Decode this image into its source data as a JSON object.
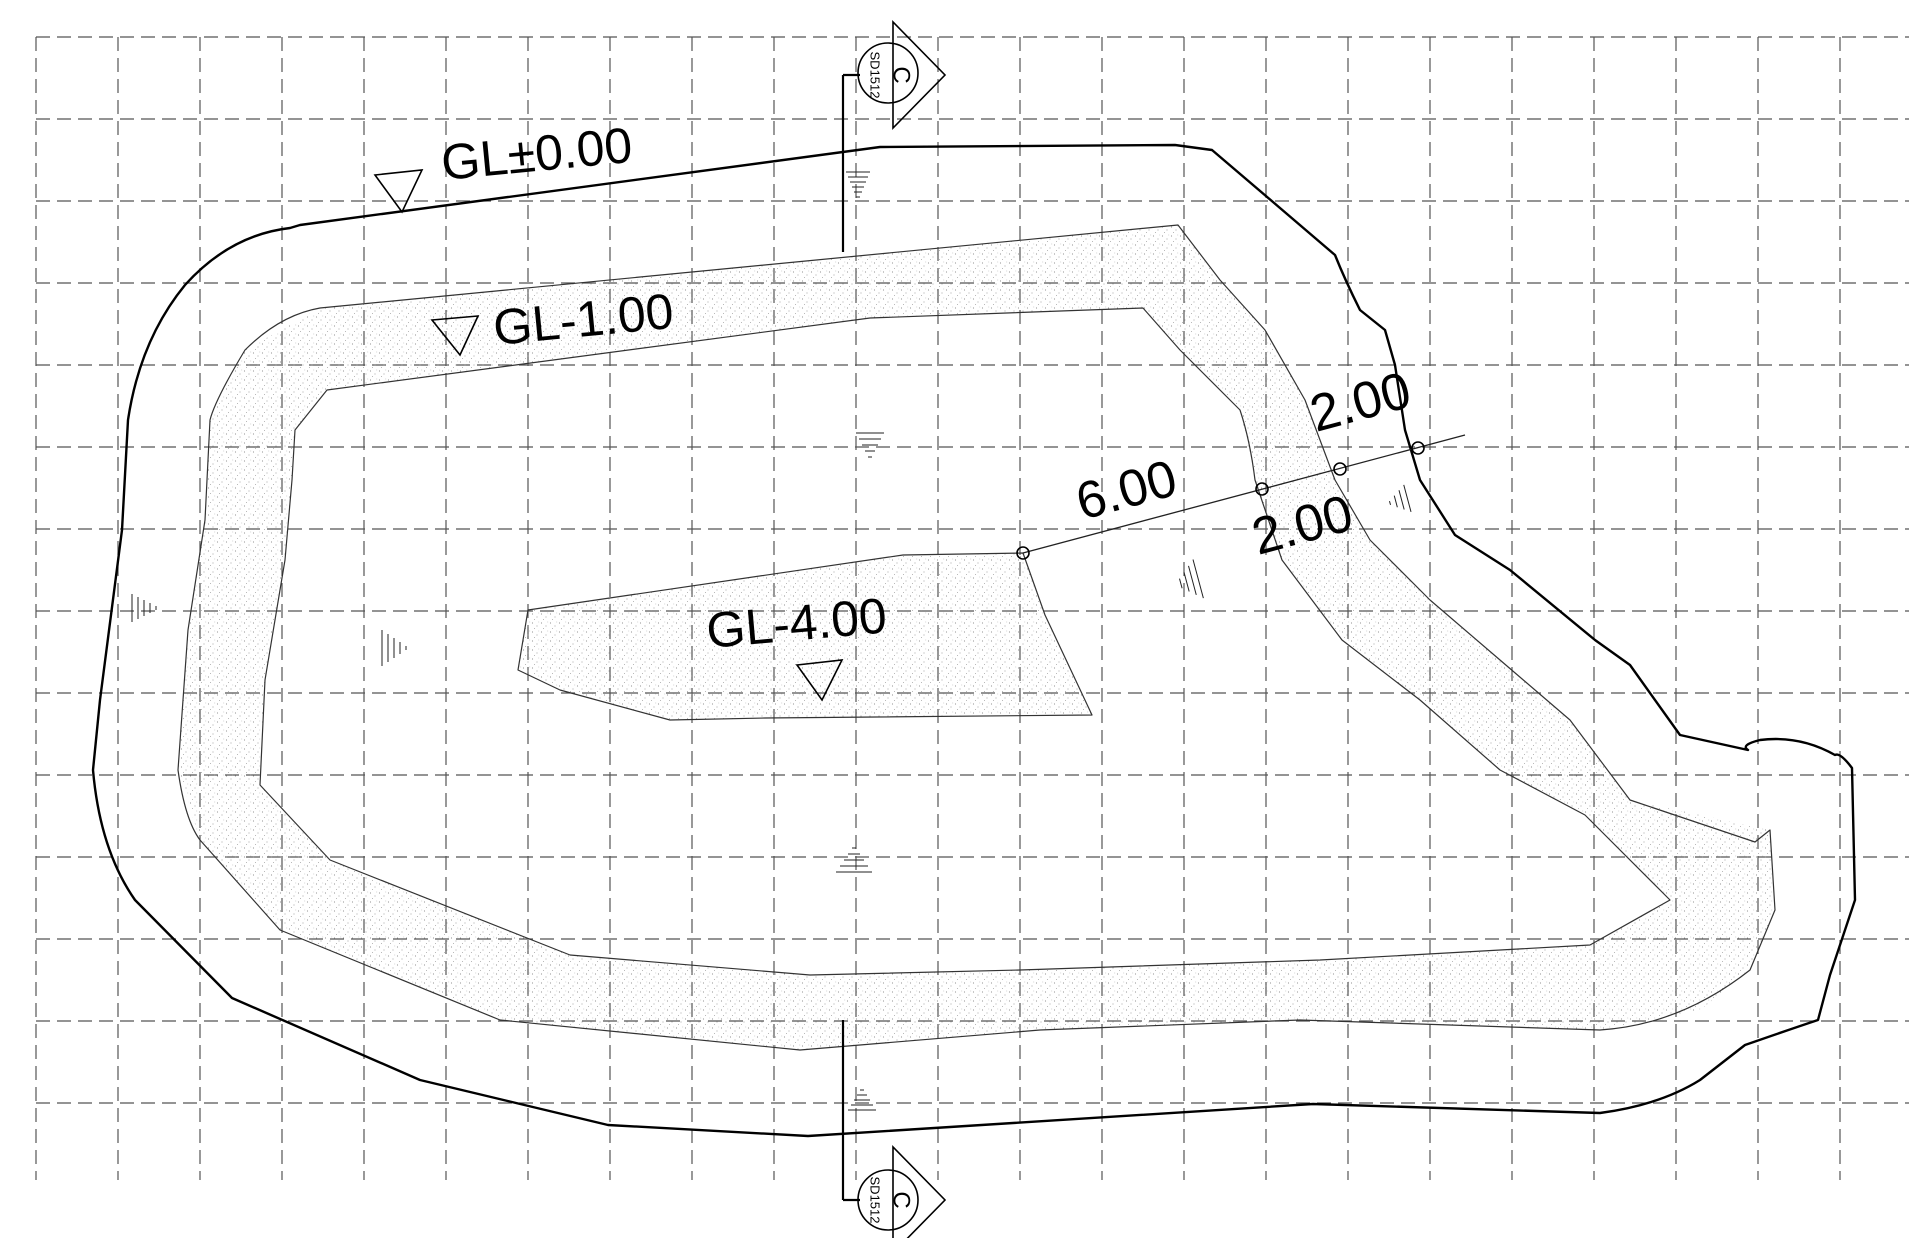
{
  "levels": {
    "gl_0": "GL±0.00",
    "gl_1": "GL-1.00",
    "gl_4": "GL-4.00"
  },
  "dimensions": {
    "dim_6": "6.00",
    "dim_2_upper": "2.00",
    "dim_2_lower": "2.00"
  },
  "section_markers": {
    "top": {
      "letter": "C",
      "sheet": "SD1512"
    },
    "bottom": {
      "letter": "C",
      "sheet": "SD1512"
    }
  },
  "colors": {
    "line": "#000000",
    "grid": "#555555",
    "stipple": "#777777",
    "background": "#ffffff"
  }
}
